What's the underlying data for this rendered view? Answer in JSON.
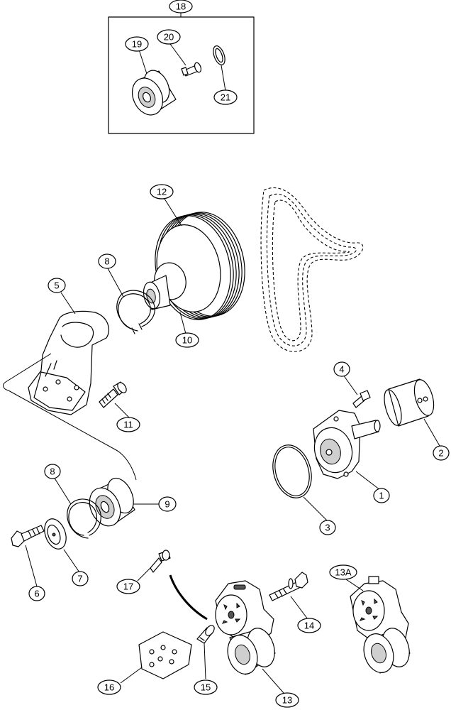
{
  "callouts": [
    {
      "id": "c18",
      "label": "18"
    },
    {
      "id": "c19",
      "label": "19"
    },
    {
      "id": "c20",
      "label": "20"
    },
    {
      "id": "c21",
      "label": "21"
    },
    {
      "id": "c12",
      "label": "12"
    },
    {
      "id": "c8a",
      "label": "8"
    },
    {
      "id": "c5",
      "label": "5"
    },
    {
      "id": "c10",
      "label": "10"
    },
    {
      "id": "c4",
      "label": "4"
    },
    {
      "id": "c11",
      "label": "11"
    },
    {
      "id": "c2",
      "label": "2"
    },
    {
      "id": "c1",
      "label": "1"
    },
    {
      "id": "c8b",
      "label": "8"
    },
    {
      "id": "c9",
      "label": "9"
    },
    {
      "id": "c3",
      "label": "3"
    },
    {
      "id": "c6",
      "label": "6"
    },
    {
      "id": "c7",
      "label": "7"
    },
    {
      "id": "c17",
      "label": "17"
    },
    {
      "id": "c14",
      "label": "14"
    },
    {
      "id": "c13a",
      "label": "13A"
    },
    {
      "id": "c16",
      "label": "16"
    },
    {
      "id": "c15",
      "label": "15"
    },
    {
      "id": "c13",
      "label": "13"
    }
  ]
}
